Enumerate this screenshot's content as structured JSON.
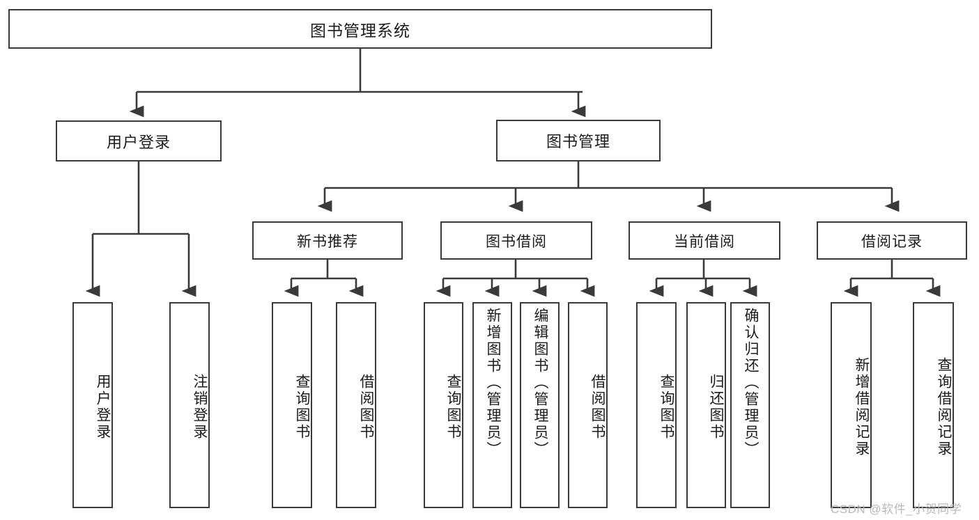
{
  "diagram": {
    "type": "tree",
    "title": "图书管理系统",
    "stroke_color": "#3a3a3a",
    "fill_color": "#ffffff",
    "text_color": "#1b1b1b",
    "nodes": {
      "root": {
        "label": "图书管理系统"
      },
      "level1": [
        {
          "id": "user-login",
          "label": "用户登录"
        },
        {
          "id": "book-manage",
          "label": "图书管理"
        }
      ],
      "level2": [
        {
          "id": "new-book-recommend",
          "label": "新书推荐"
        },
        {
          "id": "book-borrow",
          "label": "图书借阅"
        },
        {
          "id": "current-borrow",
          "label": "当前借阅"
        },
        {
          "id": "borrow-record",
          "label": "借阅记录"
        }
      ],
      "leaves": [
        {
          "id": "leaf-user-login",
          "label": "用户登录",
          "parent": "user-login"
        },
        {
          "id": "leaf-user-logout",
          "label": "注销登录",
          "parent": "user-login"
        },
        {
          "id": "leaf-query-book-1",
          "label": "查询图书",
          "parent": "new-book-recommend"
        },
        {
          "id": "leaf-borrow-book-1",
          "label": "借阅图书",
          "parent": "new-book-recommend"
        },
        {
          "id": "leaf-query-book-2",
          "label": "查询图书",
          "parent": "book-borrow"
        },
        {
          "id": "leaf-add-book",
          "label": "新增图书（管理员）",
          "parent": "book-borrow"
        },
        {
          "id": "leaf-edit-book",
          "label": "编辑图书（管理员）",
          "parent": "book-borrow"
        },
        {
          "id": "leaf-borrow-book-2",
          "label": "借阅图书",
          "parent": "book-borrow"
        },
        {
          "id": "leaf-query-book-3",
          "label": "查询图书",
          "parent": "current-borrow"
        },
        {
          "id": "leaf-return-book",
          "label": "归还图书",
          "parent": "current-borrow"
        },
        {
          "id": "leaf-confirm-return",
          "label": "确认归还（管理员）",
          "parent": "current-borrow"
        },
        {
          "id": "leaf-add-record",
          "label": "新增借阅记录",
          "parent": "borrow-record"
        },
        {
          "id": "leaf-query-record",
          "label": "查询借阅记录",
          "parent": "borrow-record"
        }
      ]
    }
  },
  "watermark": {
    "text": "CSDN @软件_小贺同学"
  }
}
